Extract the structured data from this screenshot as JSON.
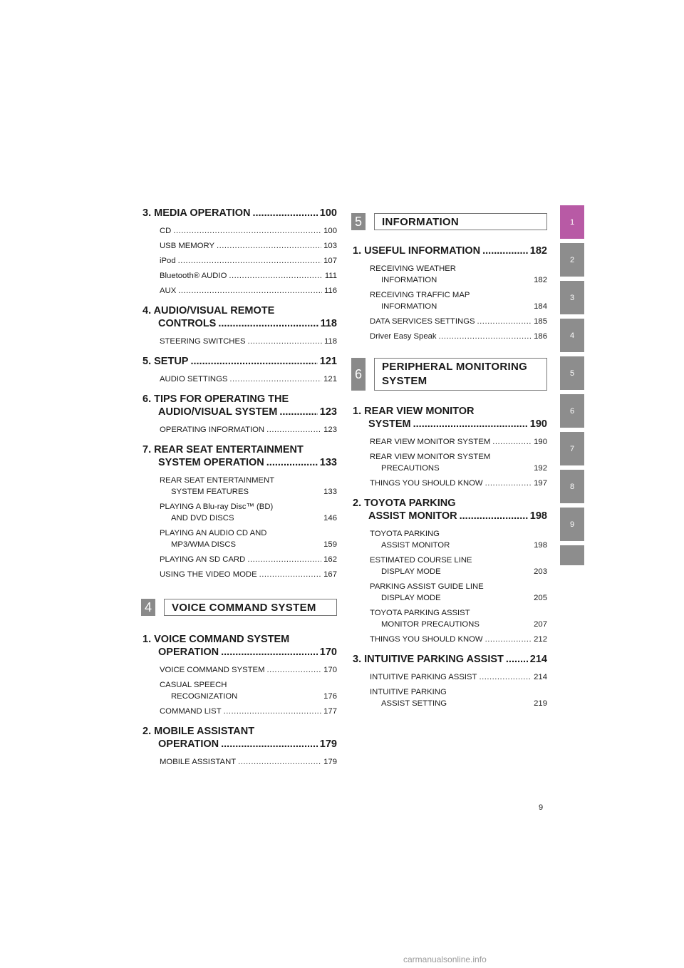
{
  "left_column": {
    "media": {
      "title": "3. MEDIA OPERATION",
      "page": "100",
      "items": [
        {
          "text": "CD",
          "page": "100"
        },
        {
          "text": "USB MEMORY",
          "page": "103"
        },
        {
          "text": "iPod",
          "page": "107"
        },
        {
          "text": "Bluetooth® AUDIO",
          "page": "111"
        },
        {
          "text": "AUX",
          "page": "116"
        }
      ]
    },
    "av_remote": {
      "title_l1": "4. AUDIO/VISUAL REMOTE",
      "title_l2": "CONTROLS",
      "page": "118",
      "items": [
        {
          "text": "STEERING SWITCHES",
          "page": "118"
        }
      ]
    },
    "setup": {
      "title": "5. SETUP",
      "page": "121",
      "items": [
        {
          "text": "AUDIO SETTINGS",
          "page": "121"
        }
      ]
    },
    "tips": {
      "title_l1": "6. TIPS FOR OPERATING THE",
      "title_l2": "AUDIO/VISUAL SYSTEM",
      "page": "123",
      "items": [
        {
          "text": "OPERATING INFORMATION",
          "page": "123"
        }
      ]
    },
    "rse": {
      "title_l1": "7. REAR SEAT ENTERTAINMENT",
      "title_l2": "SYSTEM OPERATION",
      "page": "133",
      "items": [
        {
          "l1": "REAR SEAT ENTERTAINMENT",
          "l2": "SYSTEM FEATURES",
          "page": "133"
        },
        {
          "l1": "PLAYING A Blu-ray Disc™ (BD)",
          "l2": "AND DVD DISCS",
          "page": "146"
        },
        {
          "l1": "PLAYING AN AUDIO CD AND",
          "l2": "MP3/WMA DISCS",
          "page": "159"
        },
        {
          "text": "PLAYING AN SD CARD",
          "page": "162"
        },
        {
          "text": "USING THE VIDEO MODE",
          "page": "167"
        }
      ]
    },
    "section4": {
      "number": "4",
      "title": "VOICE COMMAND SYSTEM"
    },
    "vc": {
      "title_l1": "1. VOICE COMMAND SYSTEM",
      "title_l2": "OPERATION",
      "page": "170",
      "items": [
        {
          "text": "VOICE COMMAND SYSTEM",
          "page": "170"
        },
        {
          "l1": "CASUAL SPEECH",
          "l2": "RECOGNIZATION",
          "page": "176"
        },
        {
          "text": "COMMAND LIST",
          "page": "177"
        }
      ]
    },
    "mobile": {
      "title_l1": "2. MOBILE ASSISTANT",
      "title_l2": "OPERATION",
      "page": "179",
      "items": [
        {
          "text": "MOBILE ASSISTANT",
          "page": "179"
        }
      ]
    }
  },
  "right_column": {
    "section5": {
      "number": "5",
      "title": "INFORMATION"
    },
    "useful": {
      "title": "1. USEFUL INFORMATION",
      "page": "182",
      "items": [
        {
          "l1": "RECEIVING WEATHER",
          "l2": "INFORMATION",
          "page": "182"
        },
        {
          "l1": "RECEIVING TRAFFIC MAP",
          "l2": "INFORMATION",
          "page": "184"
        },
        {
          "text": "DATA SERVICES SETTINGS",
          "page": "185"
        },
        {
          "text": "Driver Easy Speak",
          "page": "186"
        }
      ]
    },
    "section6": {
      "number": "6",
      "title_l1": "PERIPHERAL MONITORING",
      "title_l2": "SYSTEM"
    },
    "rvm": {
      "title_l1": "1. REAR VIEW MONITOR",
      "title_l2": "SYSTEM",
      "page": "190",
      "items": [
        {
          "text": "REAR VIEW MONITOR SYSTEM",
          "page": "190"
        },
        {
          "l1": "REAR VIEW MONITOR SYSTEM",
          "l2": "PRECAUTIONS",
          "page": "192"
        },
        {
          "text": "THINGS YOU SHOULD KNOW",
          "page": "197"
        }
      ]
    },
    "tpam": {
      "title_l1": "2. TOYOTA PARKING",
      "title_l2": "ASSIST MONITOR",
      "page": "198",
      "items": [
        {
          "l1": "TOYOTA PARKING",
          "l2": "ASSIST MONITOR",
          "page": "198"
        },
        {
          "l1": "ESTIMATED COURSE LINE",
          "l2": "DISPLAY MODE",
          "page": "203"
        },
        {
          "l1": "PARKING ASSIST GUIDE LINE",
          "l2": "DISPLAY MODE",
          "page": "205"
        },
        {
          "l1": "TOYOTA PARKING ASSIST",
          "l2": "MONITOR PRECAUTIONS",
          "page": "207"
        },
        {
          "text": "THINGS YOU SHOULD KNOW",
          "page": "212"
        }
      ]
    },
    "ipa": {
      "title": "3. INTUITIVE PARKING ASSIST",
      "page": "214",
      "items": [
        {
          "text": "INTUITIVE PARKING ASSIST",
          "page": "214"
        },
        {
          "l1": "INTUITIVE PARKING",
          "l2": "ASSIST SETTING",
          "page": "219"
        }
      ]
    }
  },
  "tabs": [
    "1",
    "2",
    "3",
    "4",
    "5",
    "6",
    "7",
    "8",
    "9"
  ],
  "page_number": "9",
  "watermark": "carmanualsonline.info",
  "colors": {
    "active_tab": "#b85aa5",
    "tab": "#8d8d8d",
    "section_number": "#8a8a8a"
  }
}
